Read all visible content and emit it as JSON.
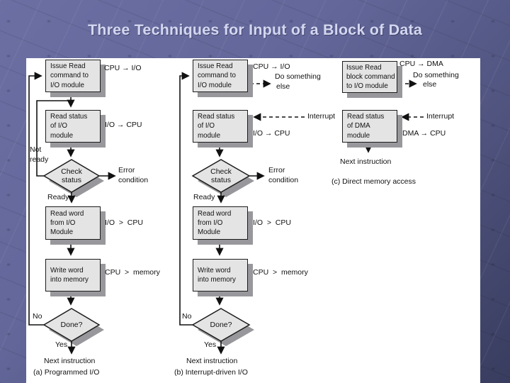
{
  "title": "Three Techniques for Input of a Block of Data",
  "a": {
    "box_issue": [
      "Issue Read",
      "command to",
      "I/O module"
    ],
    "lbl_cpu_io": "CPU → I/O",
    "box_status": [
      "Read status",
      "of I/O",
      "module"
    ],
    "lbl_io_cpu": "I/O → CPU",
    "not_ready": [
      "Not",
      "ready"
    ],
    "check": [
      "Check",
      "status"
    ],
    "error": [
      "Error",
      "condition"
    ],
    "ready": "Ready",
    "box_read": [
      "Read word",
      "from I/O",
      "Module"
    ],
    "lbl_io_cpu2": "I/O  >  CPU",
    "box_write": [
      "Write word",
      "into memory"
    ],
    "lbl_cpu_mem": "CPU  >  memory",
    "done": "Done?",
    "no": "No",
    "yes": "Yes",
    "next": "Next instruction",
    "caption": "(a) Programmed I/O"
  },
  "b": {
    "box_issue": [
      "Issue Read",
      "command to",
      "I/O module"
    ],
    "lbl_cpu_io": "CPU → I/O",
    "do_something": [
      "Do something",
      "else"
    ],
    "box_status": [
      "Read status",
      "of I/O",
      "module"
    ],
    "interrupt": "Interrupt",
    "lbl_io_cpu": "I/O → CPU",
    "check": [
      "Check",
      "status"
    ],
    "error": [
      "Error",
      "condition"
    ],
    "ready": "Ready",
    "box_read": [
      "Read word",
      "from I/O",
      "Module"
    ],
    "lbl_io_cpu2": "I/O  >  CPU",
    "box_write": [
      "Write word",
      "into memory"
    ],
    "lbl_cpu_mem": "CPU  >  memory",
    "done": "Done?",
    "no": "No",
    "yes": "Yes",
    "next": "Next instruction",
    "caption": "(b) Interrupt-driven I/O"
  },
  "c": {
    "box_issue": [
      "Issue Read",
      "block command",
      "to I/O module"
    ],
    "lbl_cpu_dma": "CPU → DMA",
    "do_something": [
      "Do something",
      "else"
    ],
    "box_status": [
      "Read status",
      "of DMA",
      "module"
    ],
    "interrupt": "Interrupt",
    "lbl_dma_cpu": "DMA → CPU",
    "next": "Next instruction",
    "caption": "(c) Direct memory access"
  },
  "colors": {
    "background_top": "#6b6fa2",
    "background_bottom": "#383c5e",
    "panel": "#ffffff",
    "box_fill": "#e4e4e4",
    "shadow": "#98989c",
    "line": "#111111",
    "title": "#d4d7f0"
  }
}
